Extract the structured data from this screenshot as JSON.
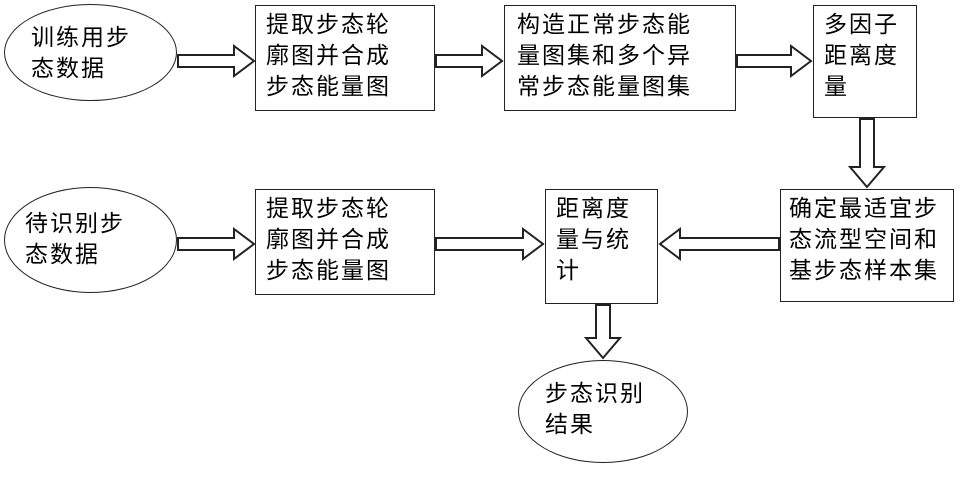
{
  "nodes": {
    "train_data": "训练用步\n态数据",
    "extract_1": "提取步态轮\n廓图并合成\n步态能量图",
    "construct": "构造正常步态能\n量图集和多个异\n常步态能量图集",
    "multifactor": "多因子\n距离度\n量",
    "determine": "确定最适宜步\n态流型空间和\n基步态样本集",
    "test_data": "待识别步\n态数据",
    "extract_2": "提取步态轮\n廓图并合成\n步态能量图",
    "distance": "距离度\n量与统\n计",
    "result": "步态识别\n结果"
  }
}
